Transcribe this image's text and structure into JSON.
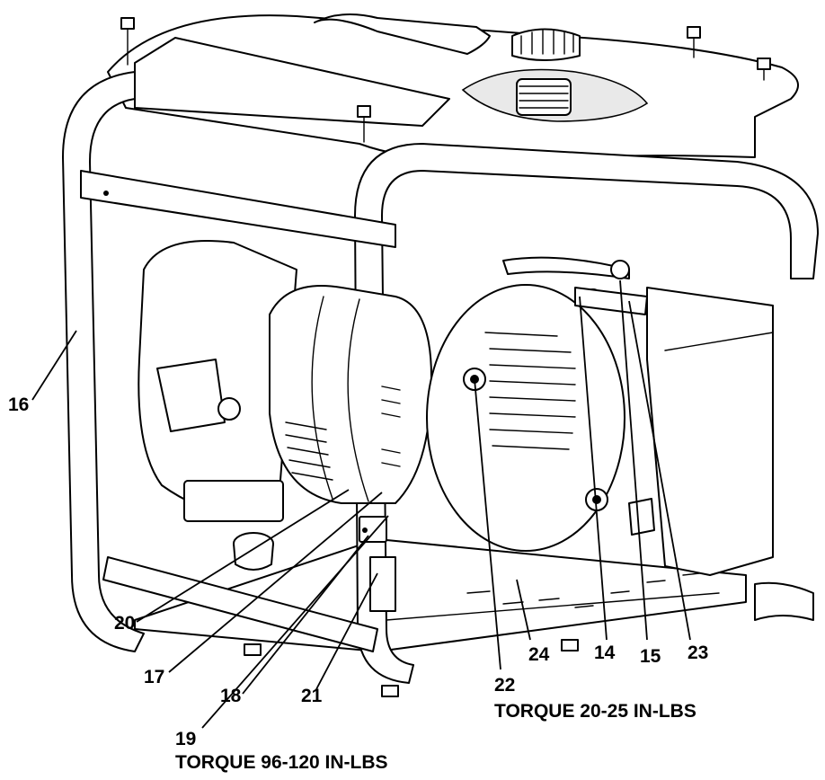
{
  "callouts": {
    "c14": "14",
    "c15": "15",
    "c16": "16",
    "c17": "17",
    "c18": "18",
    "c19": "19",
    "c20": "20",
    "c21": "21",
    "c22": "22",
    "c23": "23",
    "c24": "24"
  },
  "notes": {
    "torque_22": "TORQUE 20-25 IN-LBS",
    "torque_19": "TORQUE 96-120 IN-LBS"
  }
}
